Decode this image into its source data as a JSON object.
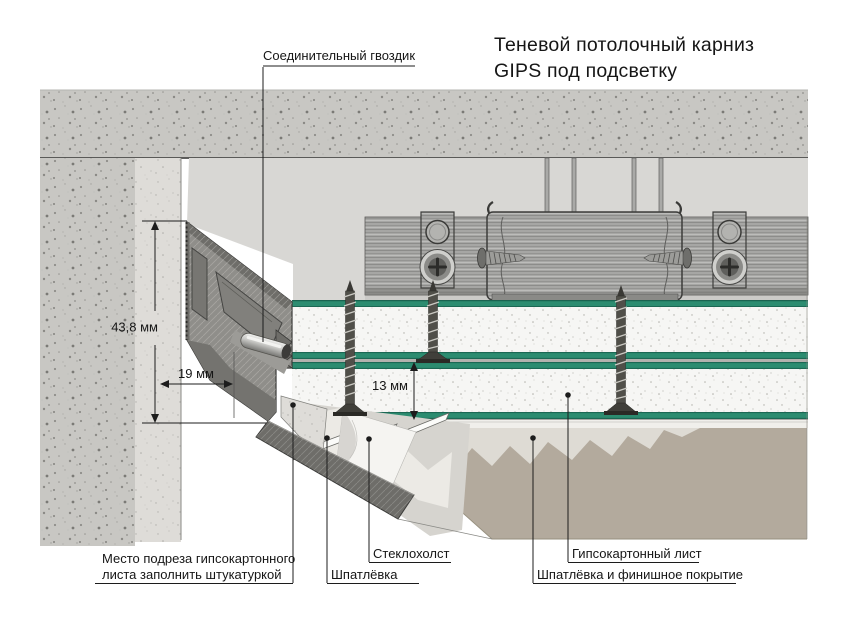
{
  "title": {
    "line1": "Теневой потолочный карниз",
    "line2": "GIPS под подсветку"
  },
  "callouts": {
    "connector_nail": "Соединительный гвоздик",
    "cut_area_line1": "Место подреза гипсокартонного",
    "cut_area_line2": "листа заполнить штукатуркой",
    "putty": "Шпатлёвка",
    "fiberglass": "Стеклохолст",
    "drywall_sheet": "Гипсокартонный лист",
    "putty_finish": "Шпатлёвка и финишное покрытие"
  },
  "dimensions": {
    "profile_height": "43,8 мм",
    "shadow_gap_width": "19 мм",
    "board_thickness": "13 мм"
  },
  "colors": {
    "drywall_edge_green": "#2c8c70",
    "concrete_gray": "#c8c7c3",
    "finish_beige": "#b3aa9d",
    "metal_gray": "#a6a6a4",
    "profile_gray": "#8f8e8a"
  }
}
